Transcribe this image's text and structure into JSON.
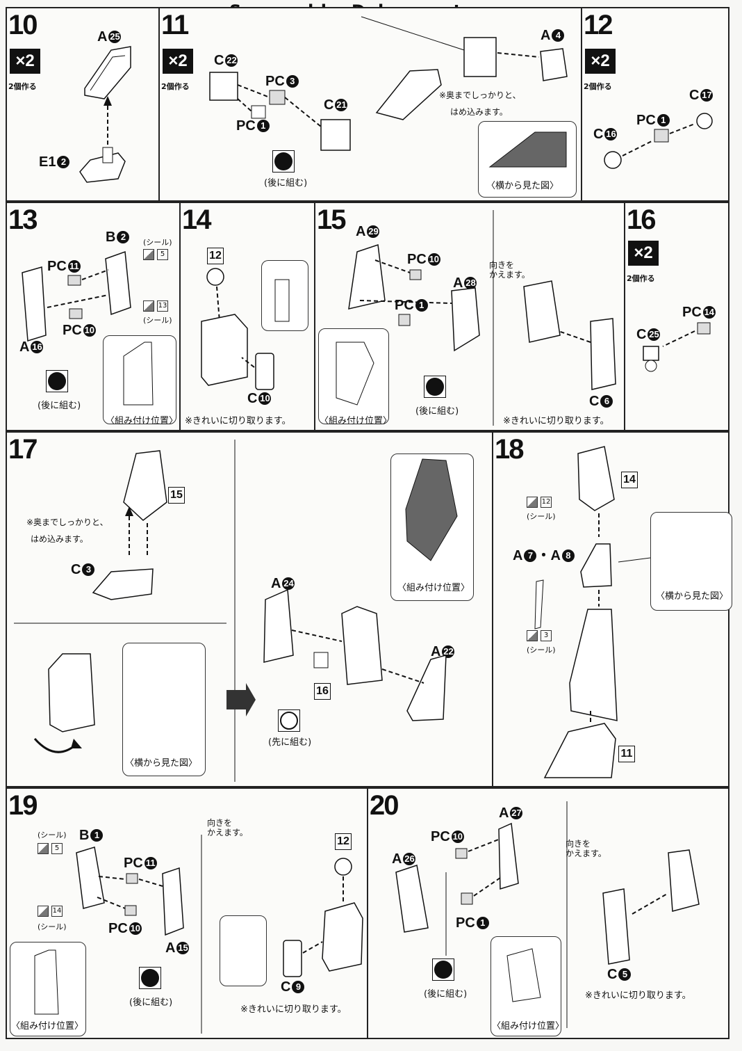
{
  "header": {
    "scan_credit": "Scanned by Dalong.net"
  },
  "multiplier": {
    "badge": "×2",
    "caption": "2個作る"
  },
  "steps": {
    "s10": {
      "number": "10",
      "parts": {
        "a": "A",
        "a_n": "25",
        "e": "E1",
        "e_n": "2"
      }
    },
    "s11": {
      "number": "11",
      "parts": {
        "c22": "C",
        "c22_n": "22",
        "pc3": "PC",
        "pc3_n": "3",
        "pc1": "PC",
        "pc1_n": "1",
        "c21": "C",
        "c21_n": "21",
        "a4": "A",
        "a4_n": "4"
      },
      "note_insert": "※奥までしっかりと、",
      "note_insert2": "はめ込みます。",
      "assemble_later": "(後に組む)",
      "side_view": "〈横から見た図〉"
    },
    "s12": {
      "number": "12",
      "parts": {
        "c17": "C",
        "c17_n": "17",
        "pc1": "PC",
        "pc1_n": "1",
        "c16": "C",
        "c16_n": "16"
      }
    },
    "s13": {
      "number": "13",
      "parts": {
        "b2": "B",
        "b2_n": "2",
        "pc11": "PC",
        "pc11_n": "11",
        "pc10": "PC",
        "pc10_n": "10",
        "a16": "A",
        "a16_n": "16"
      },
      "sticker_a": "(シール)",
      "sticker_a_n": "5",
      "sticker_b": "(シール)",
      "sticker_b_n": "13",
      "assemble_later": "(後に組む)",
      "position": "〈組み付け位置〉"
    },
    "s14": {
      "number": "14",
      "ref": "12",
      "parts": {
        "c10": "C",
        "c10_n": "10"
      },
      "cut_note": "※きれいに切り取ります。"
    },
    "s15": {
      "number": "15",
      "parts": {
        "a29": "A",
        "a29_n": "29",
        "pc10": "PC",
        "pc10_n": "10",
        "a28": "A",
        "a28_n": "28",
        "pc1": "PC",
        "pc1_n": "1",
        "c6": "C",
        "c6_n": "6"
      },
      "turn_note": "向きを",
      "turn_note2": "かえます。",
      "assemble_later": "(後に組む)",
      "position": "〈組み付け位置〉",
      "cut_note": "※きれいに切り取ります。"
    },
    "s16": {
      "number": "16",
      "parts": {
        "pc14": "PC",
        "pc14_n": "14",
        "c25": "C",
        "c25_n": "25"
      }
    },
    "s17": {
      "number": "17",
      "ref15": "15",
      "ref16": "16",
      "parts": {
        "c3": "C",
        "c3_n": "3",
        "a24": "A",
        "a24_n": "24",
        "a22": "A",
        "a22_n": "22"
      },
      "note_insert": "※奥までしっかりと、",
      "note_insert2": "はめ込みます。",
      "side_view": "〈横から見た図〉",
      "position": "〈組み付け位置〉",
      "assemble_first": "(先に組む)"
    },
    "s18": {
      "number": "18",
      "ref14": "14",
      "ref11": "11",
      "parts": {
        "a78": "A",
        "a7_n": "7",
        "dot": "・",
        "a8_n": "8"
      },
      "sticker_a": "(シール)",
      "sticker_a_n": "12",
      "sticker_b": "(シール)",
      "sticker_b_n": "3",
      "side_view": "〈横から見た図〉"
    },
    "s19": {
      "number": "19",
      "ref12": "12",
      "parts": {
        "b1": "B",
        "b1_n": "1",
        "pc11": "PC",
        "pc11_n": "11",
        "pc10": "PC",
        "pc10_n": "10",
        "a15": "A",
        "a15_n": "15",
        "c9": "C",
        "c9_n": "9"
      },
      "sticker_a": "(シール)",
      "sticker_a_n": "5",
      "sticker_b": "(シール)",
      "sticker_b_n": "14",
      "turn_note": "向きを",
      "turn_note2": "かえます。",
      "assemble_later": "(後に組む)",
      "position": "〈組み付け位置〉",
      "cut_note": "※きれいに切り取ります。"
    },
    "s20": {
      "number": "20",
      "parts": {
        "a27": "A",
        "a27_n": "27",
        "pc10": "PC",
        "pc10_n": "10",
        "a26": "A",
        "a26_n": "26",
        "pc1": "PC",
        "pc1_n": "1",
        "c5": "C",
        "c5_n": "5"
      },
      "turn_note": "向きを",
      "turn_note2": "かえます。",
      "assemble_later": "(後に組む)",
      "position": "〈組み付け位置〉",
      "cut_note": "※きれいに切り取ります。"
    }
  }
}
